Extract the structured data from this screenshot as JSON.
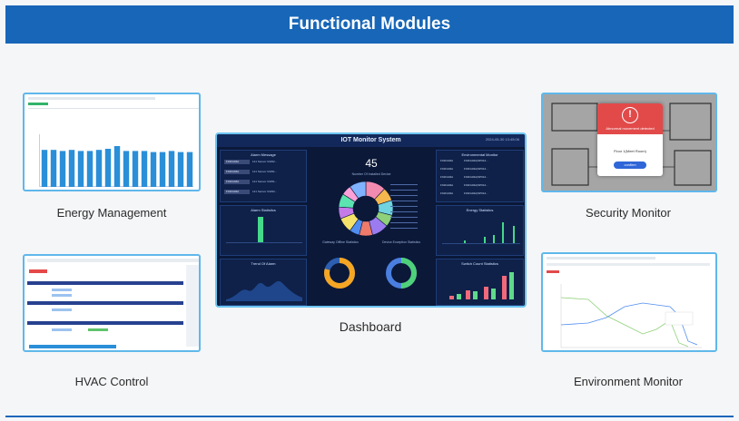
{
  "header": {
    "title": "Functional Modules"
  },
  "modules": {
    "energy": {
      "caption": "Energy Management"
    },
    "hvac": {
      "caption": "HVAC Control"
    },
    "security": {
      "caption": "Security Monitor"
    },
    "environment": {
      "caption": "Environment Monitor"
    },
    "dashboard": {
      "caption": "Dashboard"
    }
  },
  "dashboard": {
    "title": "IOT Monitor System",
    "time": "2024-05-30 13:45:06",
    "alarm_panel": {
      "title": "Alarm Message",
      "rows": [
        {
          "tag": "F01FA04A",
          "text": "121 Sensor GW92..."
        },
        {
          "tag": "F01FA04A",
          "text": "121 Sensor GW91..."
        },
        {
          "tag": "F01FA04A",
          "text": "121 Sensor GW91..."
        },
        {
          "tag": "F01FA04A",
          "text": "121 Sensor GW92..."
        }
      ]
    },
    "alarm_statistics": {
      "title": "Alarm Statistics"
    },
    "trend_alarm": {
      "title": "Trend Of Alarm"
    },
    "center": {
      "count": "45",
      "count_label": "Number Of Installed Device",
      "online_title": "Gateway Offline Statistics",
      "exception_title": "Device Exception Statistics"
    },
    "env_monitor": {
      "title": "Environmental Monitor",
      "rows": [
        {
          "a": "F01FA04A",
          "b": "F01FA04A(SP012..."
        },
        {
          "a": "F01FA04A",
          "b": "F01FA04A(SP012..."
        },
        {
          "a": "F01FA04A",
          "b": "F01FA04A(SP012..."
        },
        {
          "a": "F01FA04A",
          "b": "F01FA04A(SP012..."
        },
        {
          "a": "F01FA04A",
          "b": "F01FA04A(SP012..."
        }
      ]
    },
    "energy_statistics": {
      "title": "Energy Statistics"
    },
    "switch_count": {
      "title": "Switch Count Statistics"
    }
  },
  "security": {
    "alert_title": "Abnormal movement detected",
    "alert_message": "Floor 1(Meet Room)",
    "confirm_label": "confirm"
  },
  "energy_chart": {
    "values": [
      68,
      68,
      66,
      68,
      66,
      66,
      68,
      70,
      75,
      66,
      66,
      66,
      64,
      64,
      66,
      64,
      64
    ]
  },
  "dash_pie": {
    "slices": [
      12,
      8,
      9,
      7,
      10,
      8,
      6,
      9,
      7,
      8,
      6,
      10
    ],
    "colors": [
      "#f28bb0",
      "#f5b84c",
      "#6fd4e0",
      "#8fd07a",
      "#9c7bf0",
      "#f07b6b",
      "#4f8df0",
      "#f5e26a",
      "#c47be8",
      "#5be3b0",
      "#ffa0d8",
      "#7fb3ff"
    ]
  },
  "colors": {
    "accent": "#1766b8",
    "border": "#5fb8ea"
  }
}
